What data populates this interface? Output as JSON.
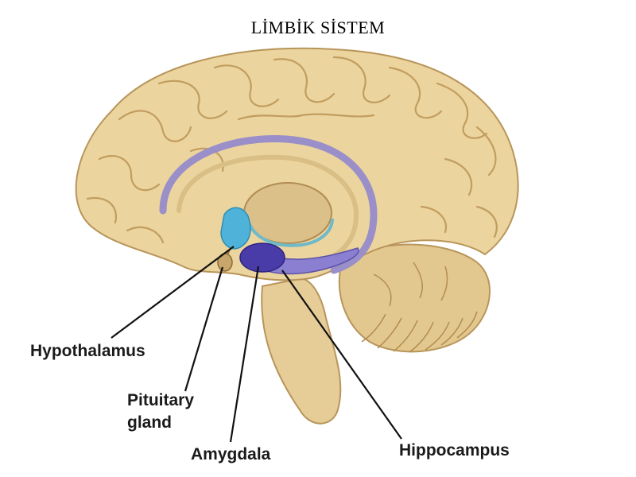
{
  "title": "LİMBİK SİSTEM",
  "labels": {
    "hypothalamus": "Hypothalamus",
    "pituitary_line1": "Pituitary",
    "pituitary_line2": "gland",
    "amygdala": "Amygdala",
    "hippocampus": "Hippocampus"
  },
  "colors": {
    "background": "#ffffff",
    "brain_tissue": "#e8cf98",
    "brain_outline": "#b8955a",
    "limbic_arc": "#9a8fc8",
    "hypothalamus": "#4fb3d9",
    "amygdala": "#4a3ca8",
    "hippocampus": "#8a7fd0",
    "pituitary": "#c9a66b"
  }
}
